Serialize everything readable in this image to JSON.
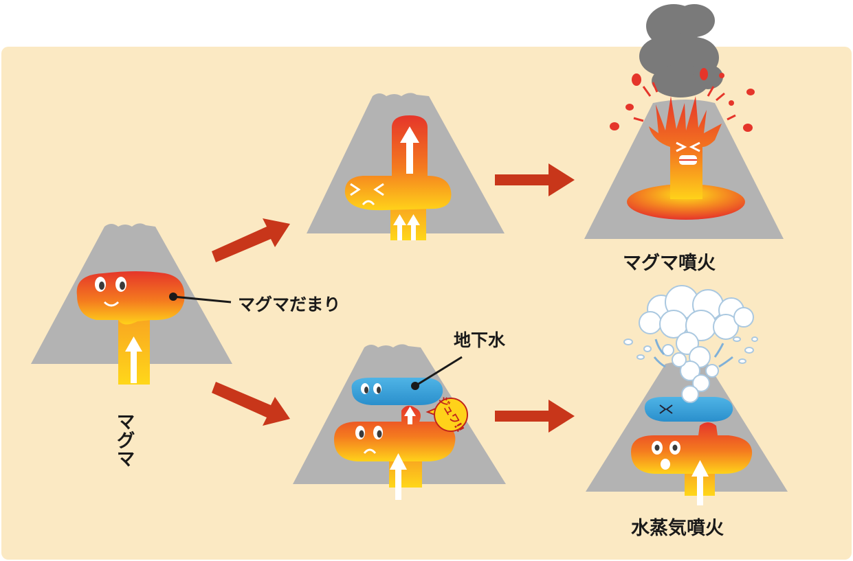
{
  "labels": {
    "magma": "マグマ",
    "magma_chamber": "マグマだまり",
    "groundwater": "地下水",
    "magmatic_eruption": "マグマ噴火",
    "phreatic_eruption": "水蒸気噴火",
    "sizzle": "ジュワ!!"
  },
  "colors": {
    "background_panel": "#fbe9c3",
    "mountain": "#b3b3b3",
    "arrow": "#c8361a",
    "magma_red": "#e5352a",
    "magma_yellow": "#ffd21a",
    "water": "#3aa0d8",
    "smoke": "#7a7a7a",
    "steam": "#ffffff"
  },
  "icons": {
    "up_arrow": "up-arrow-icon",
    "flow_arrow": "flow-arrow-icon",
    "steam_cloud": "steam-cloud-icon",
    "smoke_cloud": "smoke-cloud-icon"
  }
}
